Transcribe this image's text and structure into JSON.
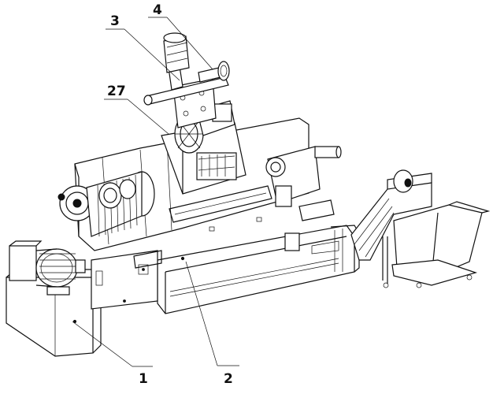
{
  "callouts": [
    {
      "id": "c1",
      "text": "1"
    },
    {
      "id": "c2",
      "text": "2"
    },
    {
      "id": "c3",
      "text": "3"
    },
    {
      "id": "c4",
      "text": "4"
    },
    {
      "id": "c27",
      "text": "27"
    }
  ]
}
